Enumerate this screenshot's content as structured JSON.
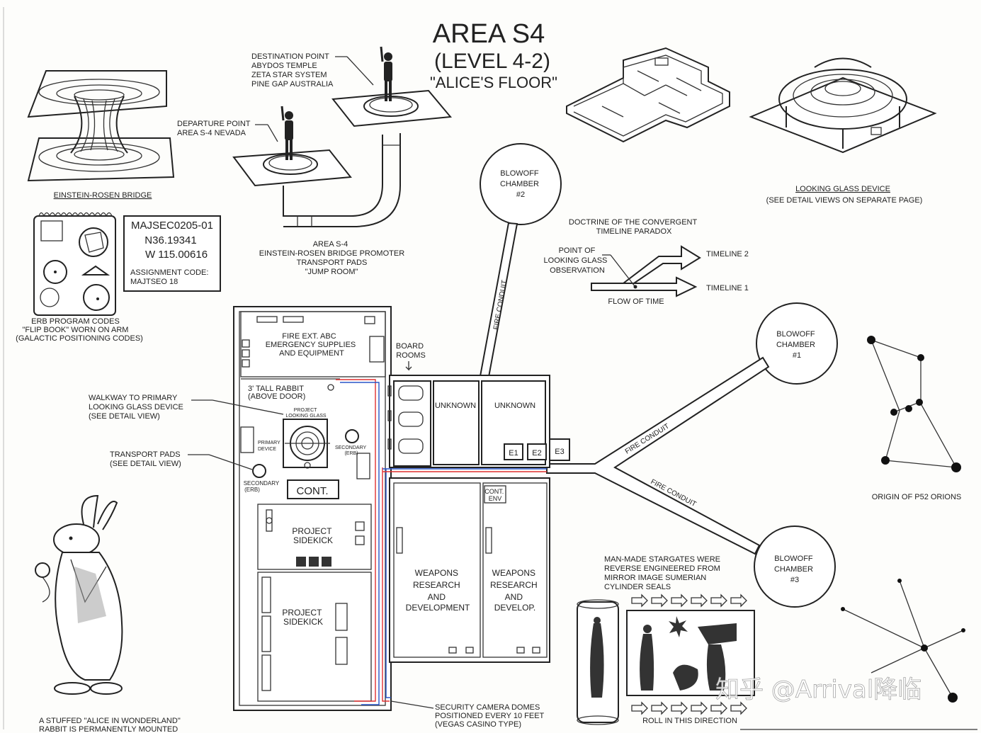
{
  "title": {
    "line1": "AREA S4",
    "line2": "(LEVEL 4-2)",
    "line3": "\"ALICE'S FLOOR\""
  },
  "labels": {
    "destination": [
      "DESTINATION POINT",
      "ABYDOS TEMPLE",
      "ZETA STAR SYSTEM",
      "PINE GAP AUSTRALIA"
    ],
    "departure": [
      "DEPARTURE POINT",
      "AREA S-4 NEVADA"
    ],
    "einstein_rosen": "EINSTEIN-ROSEN BRIDGE",
    "jump_room": [
      "AREA S-4",
      "EINSTEIN-ROSEN BRIDGE PROMOTER",
      "TRANSPORT PADS",
      "\"JUMP ROOM\""
    ],
    "erb_codes": [
      "ERB PROGRAM CODES",
      "\"FLIP BOOK\" WORN ON ARM",
      "(GALACTIC POSITIONING CODES)"
    ],
    "majsec": {
      "code": "MAJSEC0205-01",
      "lat": "N36.19341",
      "lon": "W 115.00616",
      "assignment1": "ASSIGNMENT CODE:",
      "assignment2": "MAJTSEO 18"
    },
    "blowoff2": [
      "BLOWOFF",
      "CHAMBER",
      "#2"
    ],
    "blowoff1": [
      "BLOWOFF",
      "CHAMBER",
      "#1"
    ],
    "blowoff3": [
      "BLOWOFF",
      "CHAMBER",
      "#3"
    ],
    "doctrine": [
      "DOCTRINE OF THE CONVERGENT",
      "TIMELINE PARADOX"
    ],
    "point_of": [
      "POINT OF",
      "LOOKING GLASS",
      "OBSERVATION"
    ],
    "timeline2": "TIMELINE 2",
    "timeline1": "TIMELINE 1",
    "flow_of_time": "FLOW OF TIME",
    "looking_glass": "LOOKING GLASS DEVICE",
    "see_detail": "(SEE DETAIL VIEWS ON SEPARATE PAGE)",
    "fire_ext": [
      "FIRE EXT. ABC",
      "EMERGENCY SUPPLIES",
      "AND EQUIPMENT"
    ],
    "board_rooms": [
      "BOARD",
      "ROOMS"
    ],
    "unknown_a": "UNKNOWN",
    "unknown_b": "UNKNOWN",
    "e1": "E1",
    "e2": "E2",
    "e3": "E3",
    "fire_conduit": "FIRE CONDUIT",
    "rabbit_door": [
      "3' TALL RABBIT",
      "(ABOVE DOOR)"
    ],
    "walkway": [
      "WALKWAY TO PRIMARY",
      "LOOKING GLASS DEVICE",
      "(SEE DETAIL VIEW)"
    ],
    "transport_pads": [
      "TRANSPORT PADS",
      "(SEE DETAIL VIEW)"
    ],
    "project_lg": [
      "PROJECT",
      "LOOKING GLASS"
    ],
    "primary_device": [
      "PRIMARY",
      "DEVICE"
    ],
    "secondary_erb": [
      "SECONDARY",
      "(ERB)"
    ],
    "cont": "CONT.",
    "cont_env": [
      "CONT.",
      "ENV"
    ],
    "project_sidekick": [
      "PROJECT",
      "SIDEKICK"
    ],
    "weapons1": [
      "WEAPONS",
      "RESEARCH",
      "AND",
      "DEVELOPMENT"
    ],
    "weapons2": [
      "WEAPONS",
      "RESEARCH",
      "AND",
      "DEVELOP."
    ],
    "origin_orions": "ORIGIN OF P52 ORIONS",
    "stargates": [
      "MAN-MADE STARGATES WERE",
      "REVERSE ENGINEERED FROM",
      "MIRROR IMAGE SUMERIAN",
      "CYLINDER SEALS"
    ],
    "roll": "ROLL IN THIS DIRECTION",
    "security": [
      "SECURITY CAMERA DOMES",
      "POSITIONED EVERY 10 FEET",
      "(VEGAS CASINO TYPE)"
    ],
    "alice_rabbit": [
      "A STUFFED \"ALICE IN WONDERLAND\"",
      "RABBIT IS PERMANENTLY MOUNTED"
    ],
    "watermark": "知乎 @Arrival降临"
  }
}
